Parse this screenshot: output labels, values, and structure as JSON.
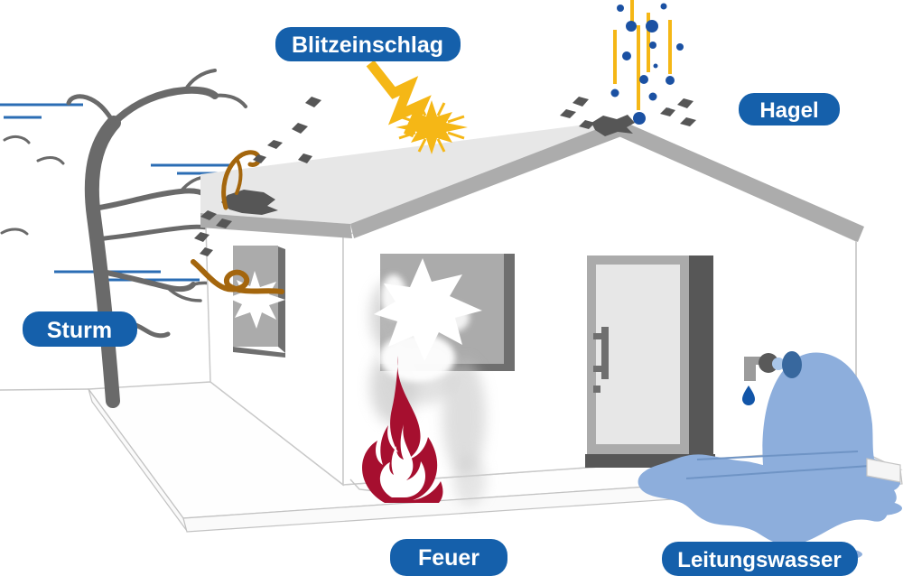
{
  "hazards": [
    {
      "id": "blitzeinschlag",
      "label": "Blitzeinschlag"
    },
    {
      "id": "hagel",
      "label": "Hagel"
    },
    {
      "id": "sturm",
      "label": "Sturm"
    },
    {
      "id": "feuer",
      "label": "Feuer"
    },
    {
      "id": "leitungswasser",
      "label": "Leitungswasser"
    }
  ],
  "colors": {
    "label_blue": "#1560AB",
    "wind_blue": "#2B6DB4",
    "hail_blue": "#1B51A3",
    "water_light": "#8DAEDC",
    "water_dark": "#38689E",
    "water_drop": "#1255A8",
    "lightning_yellow": "#F5B716",
    "flame_red": "#A60F2F",
    "tree_gray": "#6A6A6A",
    "debris_gray": "#565656",
    "roof_light": "#E7E7E7",
    "roof_edge": "#ACACAC",
    "branch_brown": "#A4660D",
    "wall_white": "#FFFFFF",
    "window_gray": "#ABABAB"
  }
}
